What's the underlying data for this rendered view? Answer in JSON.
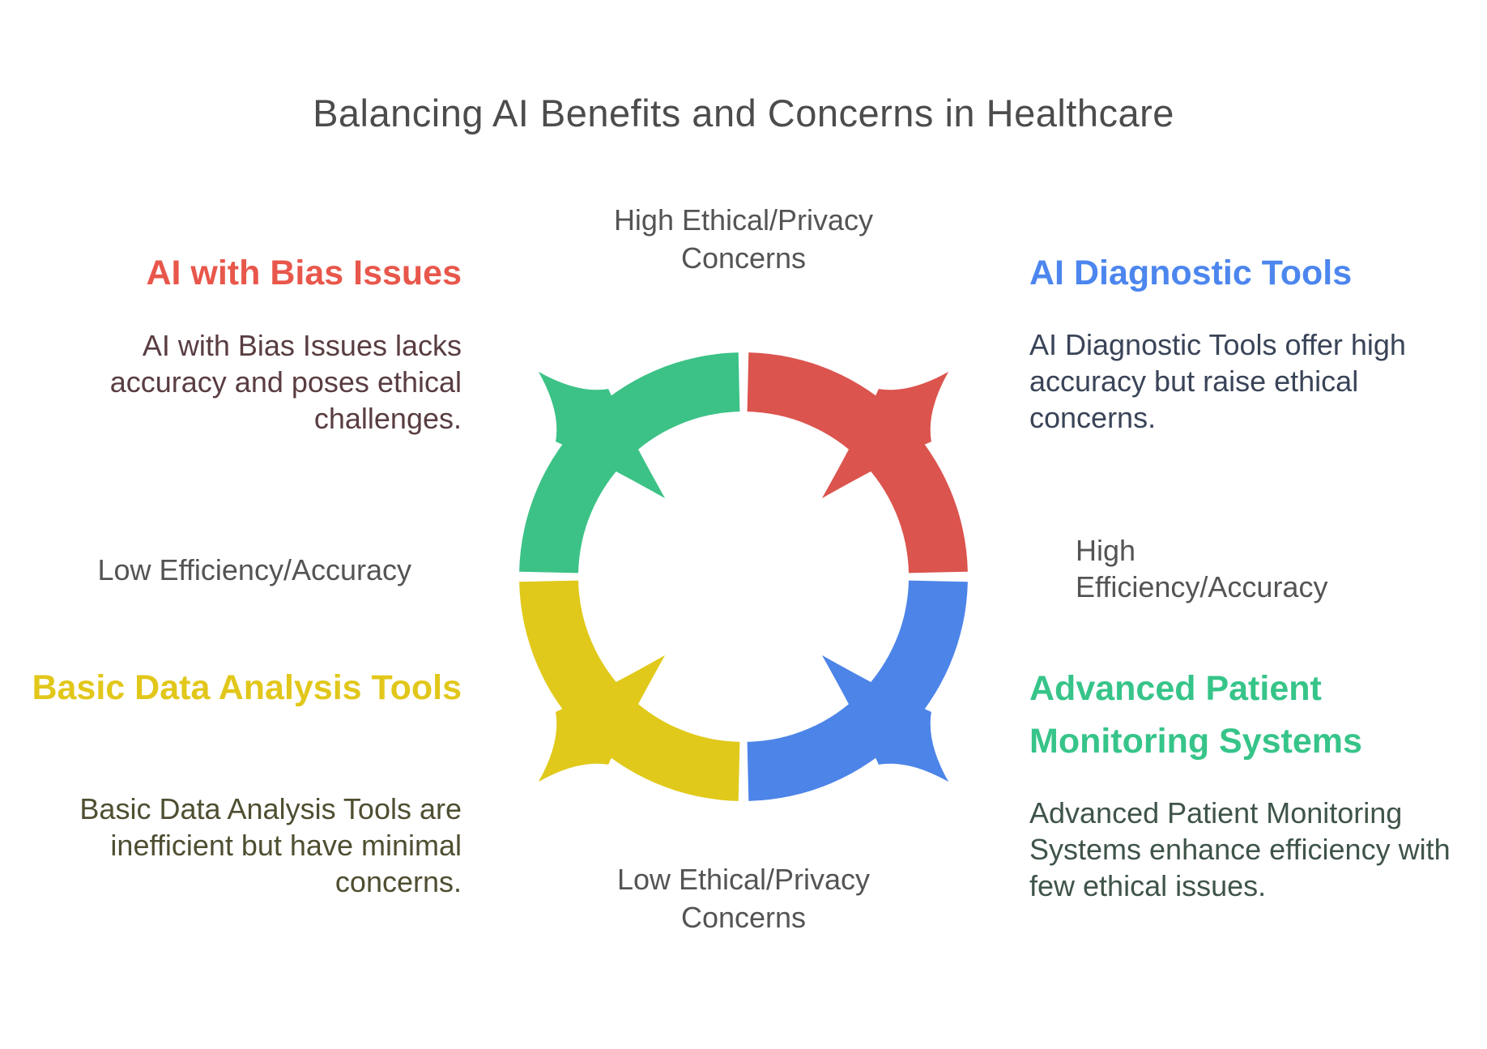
{
  "title": "Balancing AI Benefits and Concerns in Healthcare",
  "axis_labels": {
    "top_line1": "High Ethical/Privacy",
    "top_line2": "Concerns",
    "bottom_line1": "Low Ethical/Privacy",
    "bottom_line2": "Concerns",
    "left": "Low Efficiency/Accuracy",
    "right_line1": "High",
    "right_line2": "Efficiency/Accuracy"
  },
  "quadrants": {
    "top_left": {
      "heading": "AI with Bias Issues",
      "description": "AI with Bias Issues lacks accuracy and poses ethical challenges.",
      "heading_color": "#e8574b",
      "description_color": "#593d41"
    },
    "top_right": {
      "heading": "AI Diagnostic Tools",
      "description": "AI Diagnostic Tools offer high accuracy but raise ethical concerns.",
      "heading_color": "#4c86ee",
      "description_color": "#3a4458"
    },
    "bottom_left": {
      "heading": "Basic Data Analysis Tools",
      "description": "Basic Data Analysis Tools are inefficient but have minimal concerns.",
      "heading_color": "#e2c71b",
      "description_color": "#4f4e31"
    },
    "bottom_right": {
      "heading": "Advanced Patient Monitoring Systems",
      "description": "Advanced Patient Monitoring Systems enhance efficiency with few ethical issues.",
      "heading_color": "#36c489",
      "description_color": "#3f5449"
    }
  },
  "cycle_segments": {
    "top_left_color": "#3cc286",
    "top_right_color": "#db544e",
    "bottom_right_color": "#4c84e8",
    "bottom_left_color": "#e0c91a"
  },
  "background_color": "#ffffff",
  "title_color": "#4c4c4c",
  "axis_label_color": "#545454"
}
